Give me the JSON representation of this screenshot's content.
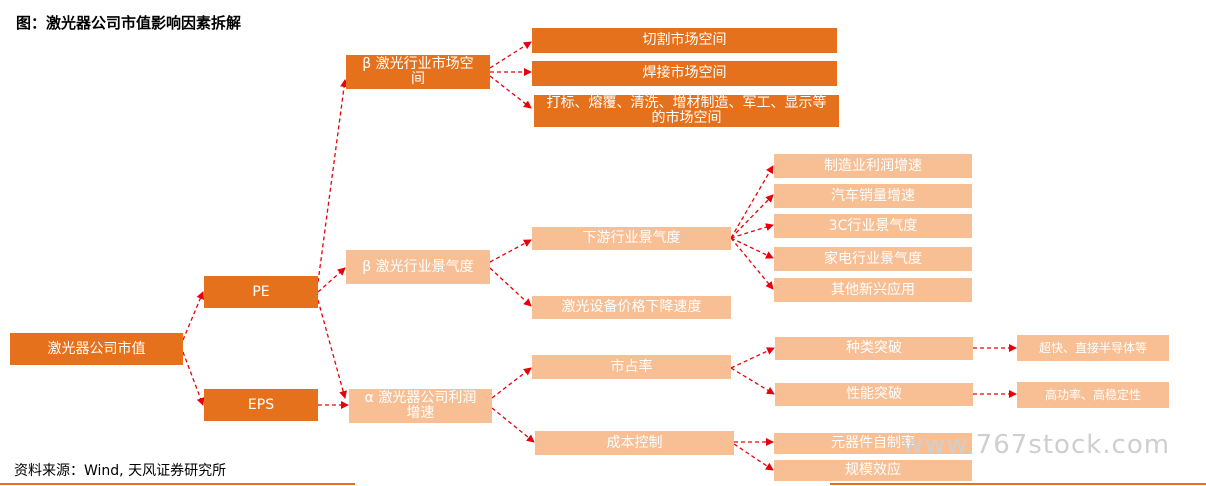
{
  "title": "图：激光器公司市值影响因素拆解",
  "source": "资料来源：Wind, 天风证券研究所",
  "watermark": "www.767stock.com",
  "nodes": {
    "root": "激光器公司市值",
    "pe": "PE",
    "eps": "EPS",
    "beta_space": "β 激光行业市场空间",
    "beta_prosperity": "β 激光行业景气度",
    "alpha_growth": "α 激光器公司利润增速",
    "cutting": "切割市场空间",
    "welding": "焊接市场空间",
    "marking": "打标、熔覆、清洗、增材制造、军工、显示等的市场空间",
    "downstream": "下游行业景气度",
    "price_decline": "激光设备价格下降速度",
    "mfg_profit": "制造业利润增速",
    "auto_sales": "汽车销量增速",
    "c3_prosperity": "3C行业景气度",
    "appliance_prosperity": "家电行业景气度",
    "emerging": "其他新兴应用",
    "market_share": "市占率",
    "cost_control": "成本控制",
    "type_breakthrough": "种类突破",
    "perf_breakthrough": "性能突破",
    "ultrafast": "超快、直接半导体等",
    "high_power": "高功率、高稳定性",
    "component_self_made": "元器件自制率",
    "scale_effect": "规模效应"
  },
  "colors": {
    "dark": "#e6711d",
    "light": "#f8bf94",
    "arrow": "#e8000b"
  }
}
